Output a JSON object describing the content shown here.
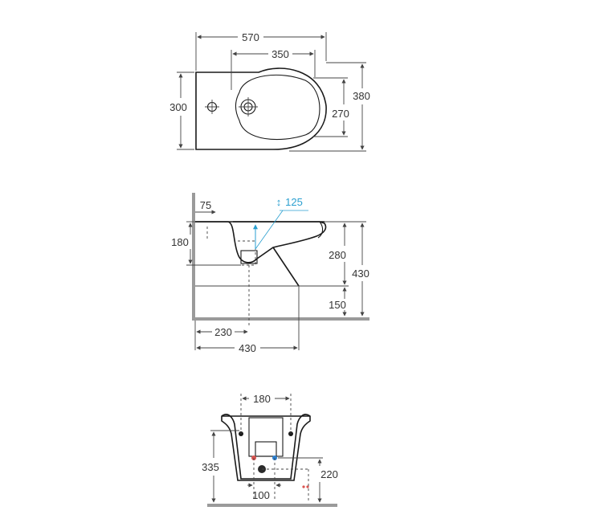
{
  "colors": {
    "line": "#1a1a1a",
    "dimension_text": "#333333",
    "wall": "#9a9a9a",
    "highlight": "#2a9fd0",
    "hot_water": "#d9534f",
    "cold_water": "#2a7fd0"
  },
  "top_view": {
    "width_total": "570",
    "bowl_length": "350",
    "width_body": "300",
    "depth_total": "380",
    "bowl_width": "270"
  },
  "side_view": {
    "offset_top": "75",
    "highlight_height": "125",
    "rim_height": "180",
    "body_height": "280",
    "total_height": "430",
    "floor_clearance": "150",
    "drain_distance": "230",
    "projection": "430"
  },
  "front_view": {
    "fixing_distance": "180",
    "height_fixing": "335",
    "water_height": "220",
    "water_spacing": "100"
  }
}
